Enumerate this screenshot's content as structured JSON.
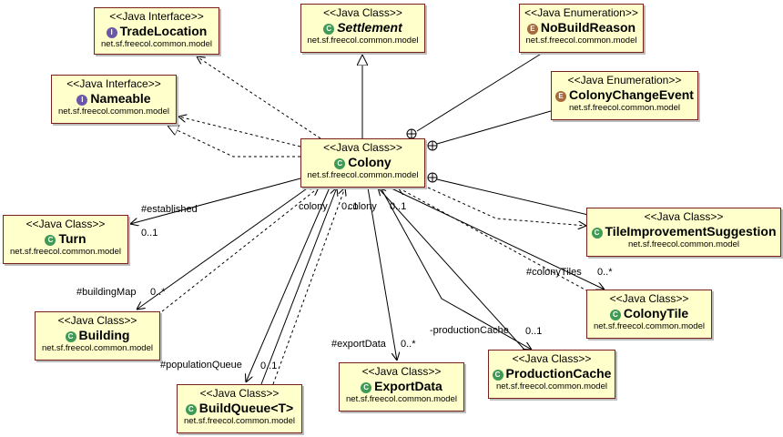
{
  "nodes": {
    "trade_location": {
      "stereotype": "<<Java Interface>>",
      "name": "TradeLocation",
      "package": "net.sf.freecol.common.model",
      "icon": "interface-icon",
      "icon_glyph": "I"
    },
    "settlement": {
      "stereotype": "<<Java Class>>",
      "name": "Settlement",
      "package": "net.sf.freecol.common.model",
      "icon": "abstract-class-icon",
      "icon_glyph": "C"
    },
    "no_build_reason": {
      "stereotype": "<<Java Enumeration>>",
      "name": "NoBuildReason",
      "package": "net.sf.freecol.common.model",
      "icon": "enum-icon",
      "icon_glyph": "E"
    },
    "nameable": {
      "stereotype": "<<Java Interface>>",
      "name": "Nameable",
      "package": "net.sf.freecol.common.model",
      "icon": "interface-icon",
      "icon_glyph": "I"
    },
    "colony_change_event": {
      "stereotype": "<<Java Enumeration>>",
      "name": "ColonyChangeEvent",
      "package": "net.sf.freecol.common.model",
      "icon": "enum-icon",
      "icon_glyph": "E"
    },
    "colony": {
      "stereotype": "<<Java Class>>",
      "name": "Colony",
      "package": "net.sf.freecol.common.model",
      "icon": "class-icon",
      "icon_glyph": "C"
    },
    "turn": {
      "stereotype": "<<Java Class>>",
      "name": "Turn",
      "package": "net.sf.freecol.common.model",
      "icon": "class-icon",
      "icon_glyph": "C"
    },
    "tile_improvement_suggestion": {
      "stereotype": "<<Java Class>>",
      "name": "TileImprovementSuggestion",
      "package": "net.sf.freecol.common.model",
      "icon": "class-icon",
      "icon_glyph": "C"
    },
    "building": {
      "stereotype": "<<Java Class>>",
      "name": "Building",
      "package": "net.sf.freecol.common.model",
      "icon": "class-icon",
      "icon_glyph": "C"
    },
    "colony_tile": {
      "stereotype": "<<Java Class>>",
      "name": "ColonyTile",
      "package": "net.sf.freecol.common.model",
      "icon": "class-icon",
      "icon_glyph": "C"
    },
    "export_data": {
      "stereotype": "<<Java Class>>",
      "name": "ExportData",
      "package": "net.sf.freecol.common.model",
      "icon": "class-icon",
      "icon_glyph": "C"
    },
    "production_cache": {
      "stereotype": "<<Java Class>>",
      "name": "ProductionCache",
      "package": "net.sf.freecol.common.model",
      "icon": "class-icon",
      "icon_glyph": "C"
    },
    "build_queue": {
      "stereotype": "<<Java Class>>",
      "name": "BuildQueue<T>",
      "package": "net.sf.freecol.common.model",
      "icon": "class-icon",
      "icon_glyph": "C"
    }
  },
  "labels": {
    "established": "#established",
    "established_mult": "0..1",
    "building_map": "#buildingMap",
    "building_mult": "0..*",
    "colony_a": "colony",
    "colony_a_mult": "0..1",
    "colony_b": "colony",
    "colony_b_mult": "0..1",
    "colony_tiles": "#colonyTiles",
    "colony_tiles_mult": "0..*",
    "production_cache": "-productionCache",
    "production_cache_mult": "0..1",
    "export_data": "#exportData",
    "export_data_mult": "0..*",
    "population_queue": "#populationQueue",
    "population_queue_mult": "0..1"
  },
  "colors": {
    "node_fill": "#ffffcc",
    "node_border": "#7a1e1e",
    "edge": "#000000"
  }
}
